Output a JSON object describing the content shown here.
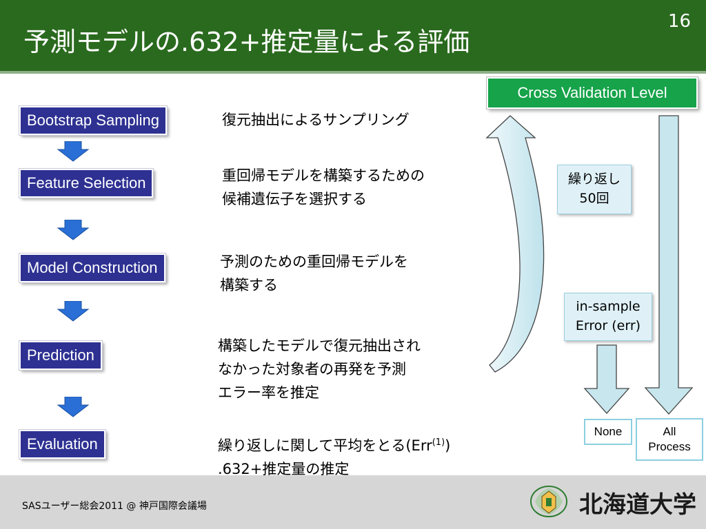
{
  "header": {
    "title": "予測モデルの.632+推定量による評価",
    "page_number": "16"
  },
  "steps": [
    {
      "label": "Bootstrap Sampling"
    },
    {
      "label": "Feature Selection"
    },
    {
      "label": "Model Construction"
    },
    {
      "label": "Prediction"
    },
    {
      "label": "Evaluation"
    }
  ],
  "descriptions": {
    "bootstrap": [
      "復元抽出によるサンプリング"
    ],
    "feature": [
      "重回帰モデルを構築するための",
      "候補遺伝子を選択する"
    ],
    "model": [
      "予測のための重回帰モデルを",
      "構築する"
    ],
    "prediction": [
      "構築したモデルで復元抽出され",
      "なかった対象者の再発を予測",
      "エラー率を推定"
    ],
    "evaluation_line1_prefix": "繰り返しに関して平均をとる(Err",
    "evaluation_line1_sup": "(1)",
    "evaluation_line1_suffix": ")",
    "evaluation_line2": ".632+推定量の推定"
  },
  "cv_level": {
    "label": "Cross Validation Level"
  },
  "repeat_note": [
    "繰り返し",
    "50回"
  ],
  "in_sample_note": [
    "in-sample",
    "Error (err)"
  ],
  "level_boxes": {
    "none": "None",
    "all": [
      "All",
      "Process"
    ]
  },
  "footer": {
    "text": "SASユーザー総会2011 @ 神戸国際会議場",
    "logo": "北海道大学"
  },
  "colors": {
    "header_green": "#2a6a1e",
    "step_navy": "#2e3192",
    "cv_green": "#16a34a",
    "arrow_blue": "#2a6fd6",
    "light_blue": "#dff1f7"
  }
}
